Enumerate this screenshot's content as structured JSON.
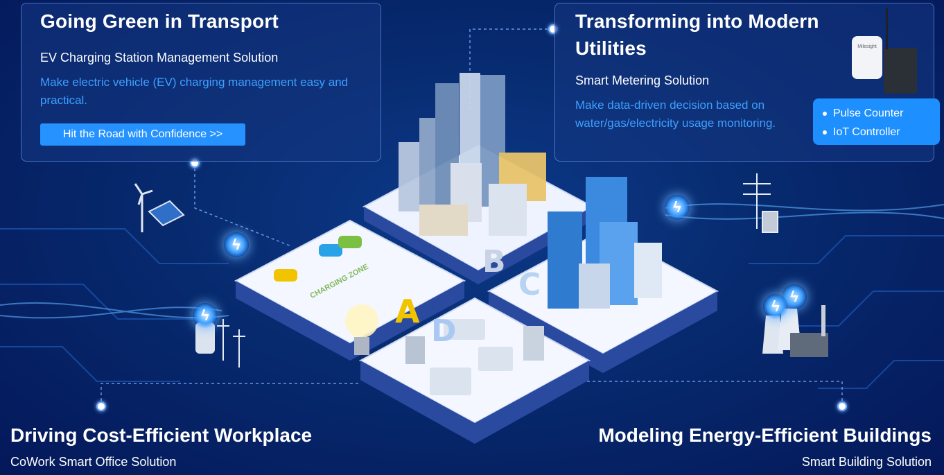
{
  "top_left": {
    "title": "Going Green in Transport",
    "subtitle": "EV Charging Station Management Solution",
    "description": "Make electric vehicle (EV) charging management easy and practical.",
    "button_label": "Hit the Road with Confidence >>"
  },
  "top_right": {
    "title_line1": "Transforming into Modern",
    "title_line2": "Utilities",
    "subtitle": "Smart Metering Solution",
    "description_line1": "Make data-driven decision based on",
    "description_line2": "water/gas/electricity usage monitoring.",
    "bullets": [
      "Pulse Counter",
      "IoT Controller"
    ],
    "device_brand": "Milesight"
  },
  "bottom_left": {
    "title": "Driving Cost-Efficient Workplace",
    "subtitle": "CoWork Smart Office Solution"
  },
  "bottom_right": {
    "title": "Modeling Energy-Efficient Buildings",
    "subtitle": "Smart Building Solution"
  },
  "zones": {
    "a": "A",
    "b": "B",
    "c": "C",
    "d": "D",
    "charging_zone": "CHARGING ZONE"
  },
  "icons": [
    "lightning-icon",
    "wind-turbine-icon",
    "solar-panel-icon",
    "power-pole-icon",
    "light-bulb-icon",
    "power-plant-icon"
  ],
  "colors": {
    "accent": "#2592ff",
    "link_text": "#3ea0ff",
    "background": "#072a6e"
  }
}
